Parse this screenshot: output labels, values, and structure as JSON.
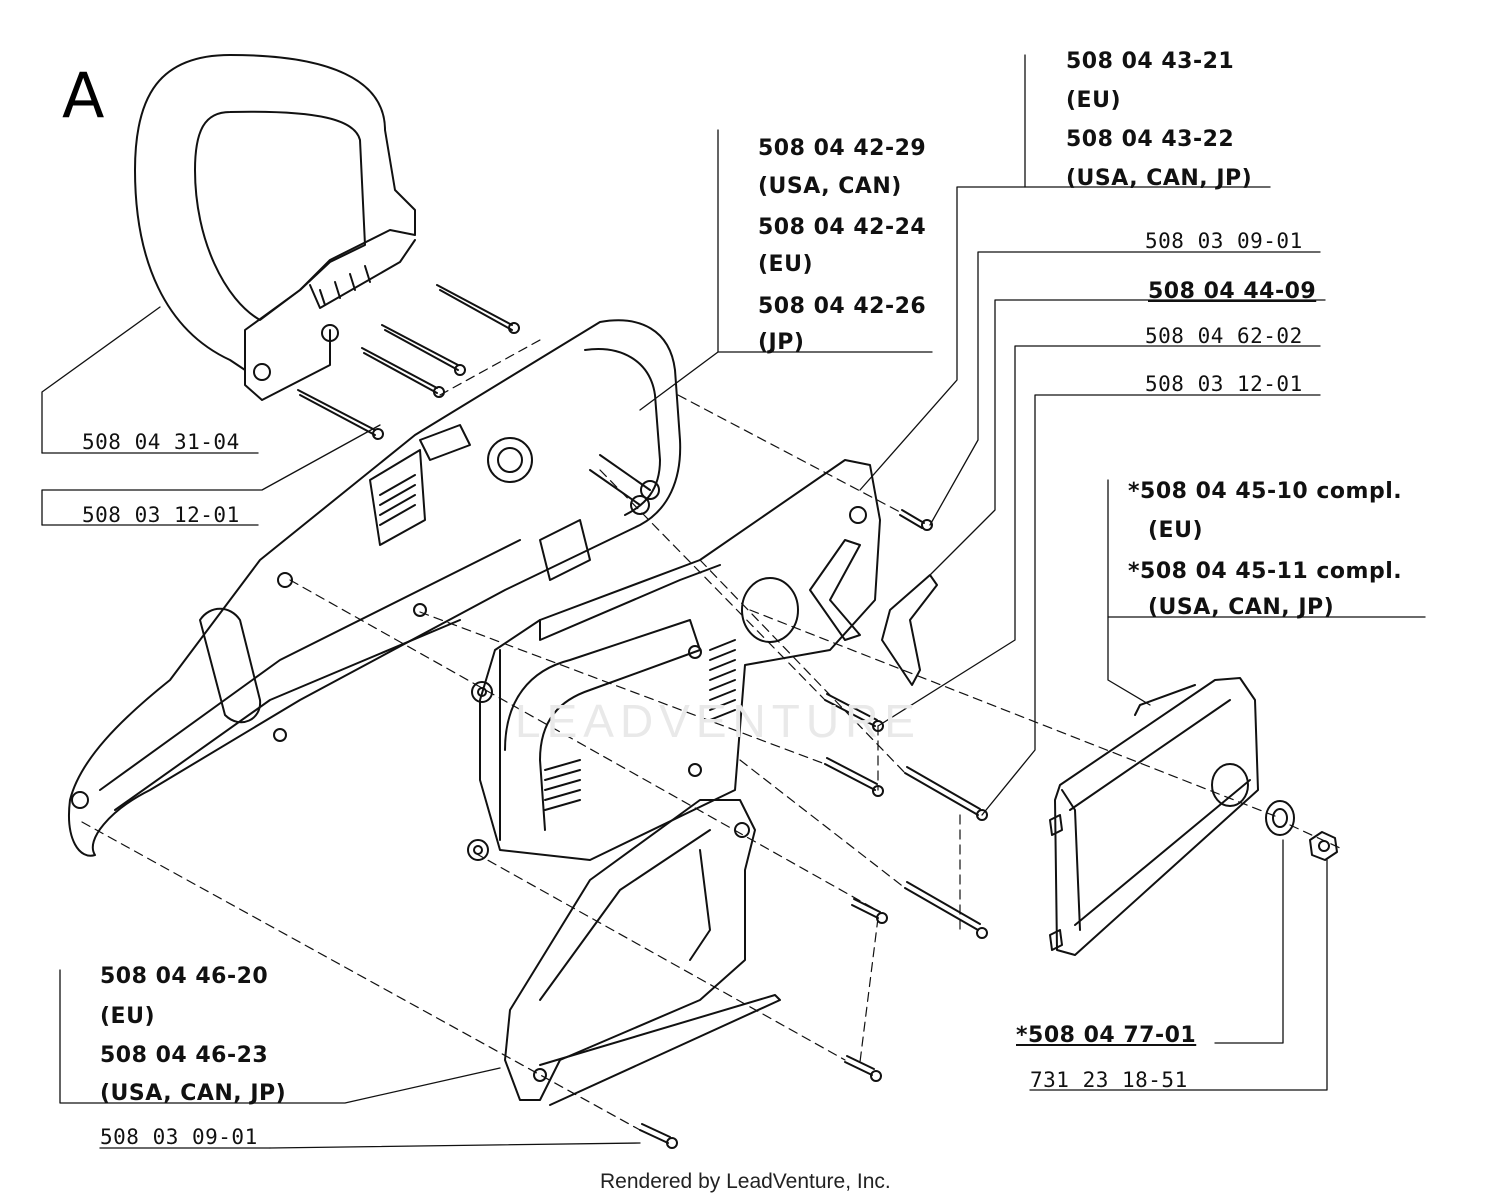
{
  "section_letter": "A",
  "watermark": "LEADVENTURE",
  "footer": "Rendered by LeadVenture, Inc.",
  "callouts": {
    "handle_part": "508 04 31-04",
    "handle_screw": "508 03 12-01",
    "housing_left": [
      "508 04 42-29",
      "(USA, CAN)",
      "508 04 42-24",
      "(EU)",
      "508 04 42-26",
      "(JP)"
    ],
    "housing_right": [
      "508 04 43-21",
      "(EU)",
      "508 04 43-22",
      "(USA, CAN, JP)"
    ],
    "screw_a": "508 03 09-01",
    "bracket": "508 04 44-09",
    "screw_b": "508 04 62-02",
    "screw_c": "508 03 12-01",
    "cover_compl": [
      "*508 04 45-10 compl.",
      "(EU)",
      "*508 04 45-11 compl.",
      "(USA, CAN, JP)"
    ],
    "rear_handle": [
      "508 04 46-20",
      "(EU)",
      "508 04 46-23",
      "(USA, CAN, JP)"
    ],
    "rear_screw": "508 03 09-01",
    "washer": "*508 04 77-01",
    "nut": "731 23 18-51"
  }
}
